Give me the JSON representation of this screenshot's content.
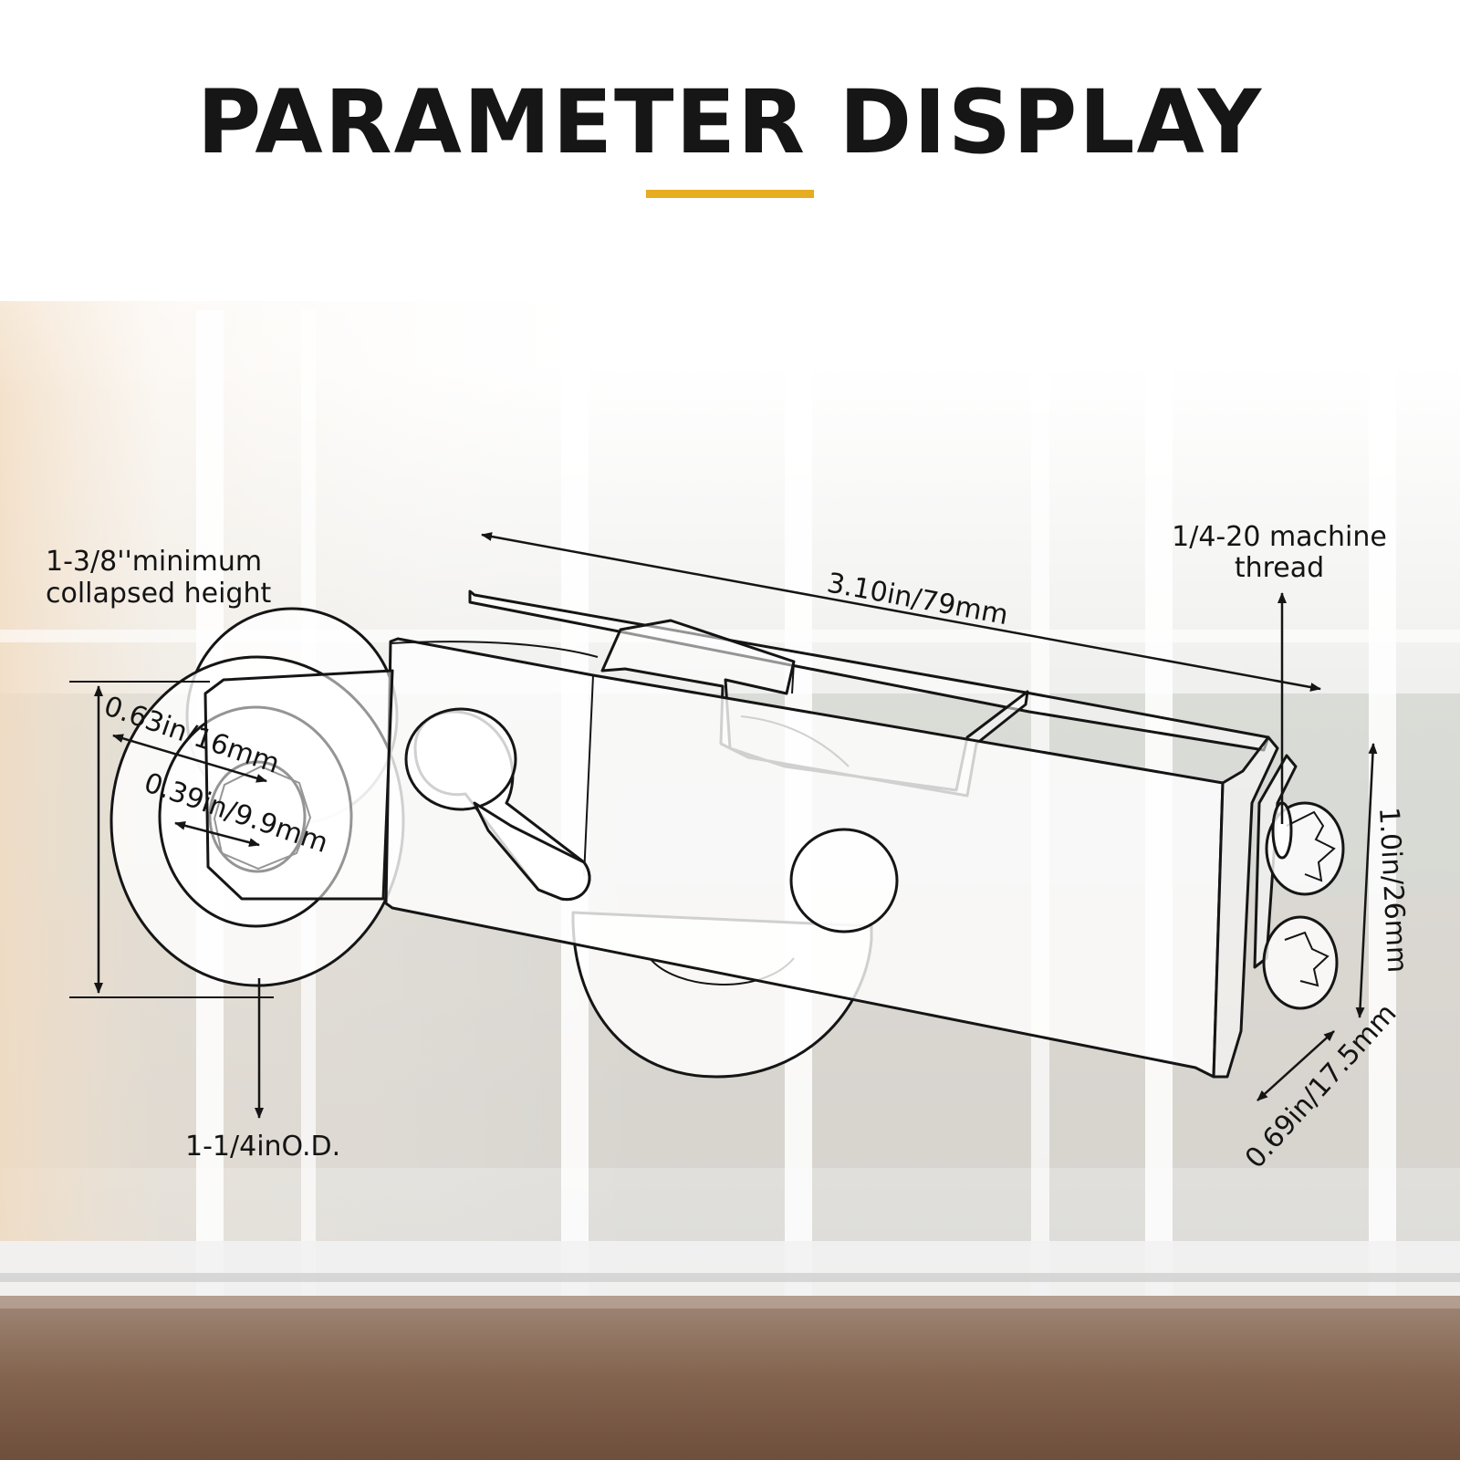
{
  "title": "PARAMETER DISPLAY",
  "colors": {
    "accent": "#e5ad1f",
    "title": "#161616",
    "line": "#151515"
  },
  "labels": {
    "collapsed_height_line1": "1-3/8''minimum",
    "collapsed_height_line2": "collapsed height",
    "length": "3.10in/79mm",
    "thread_line1": "1/4-20 machine",
    "thread_line2": "thread",
    "wheel_width": "0.63in/16mm",
    "axle_hole": "0.39in/9.9mm",
    "outer_diameter": "1-1/4inO.D.",
    "height": "1.0in/26mm",
    "depth": "0.69in/17.5mm"
  }
}
